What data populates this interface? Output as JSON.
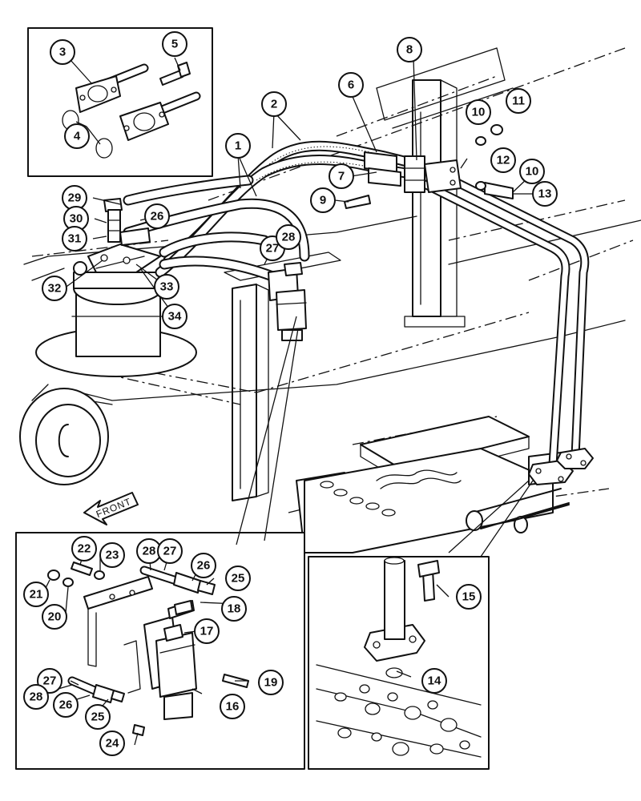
{
  "diagram": {
    "front_label": "FRONT",
    "callouts": [
      {
        "id": "c1",
        "label": "1"
      },
      {
        "id": "c2",
        "label": "2"
      },
      {
        "id": "c3",
        "label": "3"
      },
      {
        "id": "c4",
        "label": "4"
      },
      {
        "id": "c5",
        "label": "5"
      },
      {
        "id": "c6",
        "label": "6"
      },
      {
        "id": "c7",
        "label": "7"
      },
      {
        "id": "c8",
        "label": "8"
      },
      {
        "id": "c9",
        "label": "9"
      },
      {
        "id": "c10a",
        "label": "10"
      },
      {
        "id": "c10b",
        "label": "10"
      },
      {
        "id": "c11",
        "label": "11"
      },
      {
        "id": "c12",
        "label": "12"
      },
      {
        "id": "c13",
        "label": "13"
      },
      {
        "id": "c14",
        "label": "14"
      },
      {
        "id": "c15",
        "label": "15"
      },
      {
        "id": "c16",
        "label": "16"
      },
      {
        "id": "c17",
        "label": "17"
      },
      {
        "id": "c18",
        "label": "18"
      },
      {
        "id": "c19",
        "label": "19"
      },
      {
        "id": "c20",
        "label": "20"
      },
      {
        "id": "c21",
        "label": "21"
      },
      {
        "id": "c22",
        "label": "22"
      },
      {
        "id": "c23",
        "label": "23"
      },
      {
        "id": "c24",
        "label": "24"
      },
      {
        "id": "c25a",
        "label": "25"
      },
      {
        "id": "c25b",
        "label": "25"
      },
      {
        "id": "c26a",
        "label": "26"
      },
      {
        "id": "c26b",
        "label": "26"
      },
      {
        "id": "c26c",
        "label": "26"
      },
      {
        "id": "c27a",
        "label": "27"
      },
      {
        "id": "c27b",
        "label": "27"
      },
      {
        "id": "c27c",
        "label": "27"
      },
      {
        "id": "c28a",
        "label": "28"
      },
      {
        "id": "c28b",
        "label": "28"
      },
      {
        "id": "c28c",
        "label": "28"
      },
      {
        "id": "c29",
        "label": "29"
      },
      {
        "id": "c30",
        "label": "30"
      },
      {
        "id": "c31",
        "label": "31"
      },
      {
        "id": "c32",
        "label": "32"
      },
      {
        "id": "c33",
        "label": "33"
      },
      {
        "id": "c34",
        "label": "34"
      }
    ]
  }
}
